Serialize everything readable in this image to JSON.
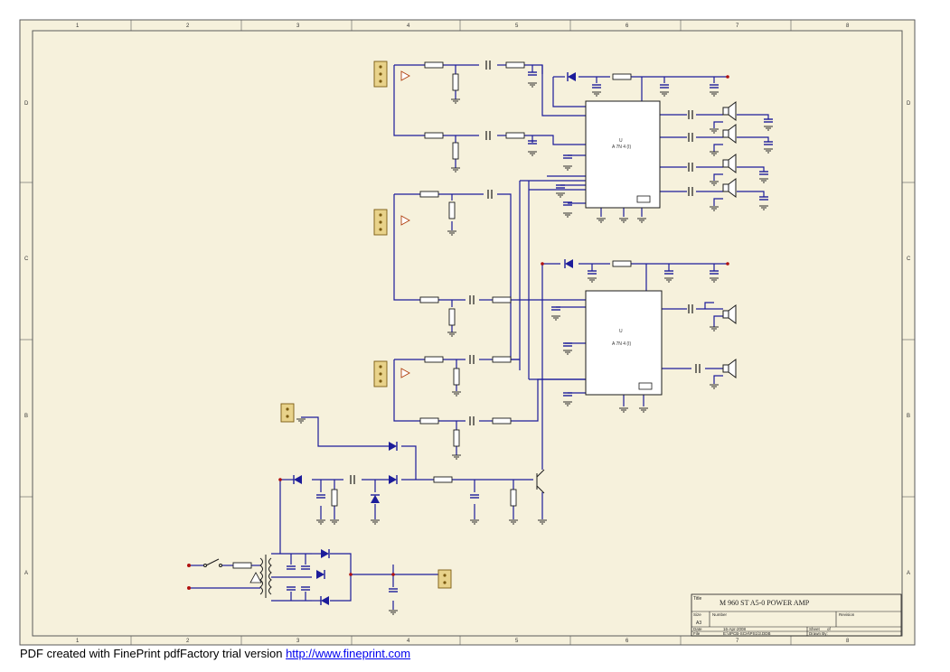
{
  "sheet": {
    "columns": [
      "1",
      "2",
      "3",
      "4",
      "5",
      "6",
      "7",
      "8"
    ],
    "rows": [
      "D",
      "C",
      "B",
      "A"
    ]
  },
  "title_block": {
    "title_label": "Title",
    "title_value": "M 960 ST A5-0 POWER AMP",
    "size_label": "Size",
    "size_value": "A3",
    "number_label": "Number",
    "revision_label": "Revision",
    "date_label": "Date",
    "date_value": "16-Apr-2008",
    "sheet_label": "Sheet",
    "sheet_value": "of",
    "file_label": "File",
    "file_value": "E:\\4PCB-SCH\\PS1\\3.DDB",
    "drawn_label": "Drawn By:"
  },
  "components": {
    "ic1": {
      "ref": "U",
      "part": "A 7N 4 (I)"
    },
    "ic2": {
      "ref": "U",
      "part": "A 7N 4 (I)"
    }
  },
  "footer": {
    "text": "PDF created with FinePrint pdfFactory trial version ",
    "link": "http://www.fineprint.com"
  },
  "colors": {
    "paper": "#f6f1dc",
    "wire": "#1c1c9a",
    "border": "#5a5a5a",
    "component": "#1a1a1a",
    "connector": "#e8d28a",
    "ground": "#b04010"
  }
}
